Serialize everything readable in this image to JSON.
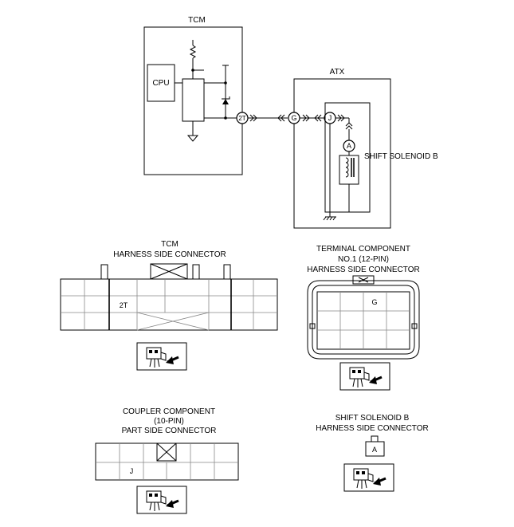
{
  "schematic": {
    "tcm_label": "TCM",
    "cpu_label": "CPU",
    "atx_label": "ATX",
    "terminal_2t": "2T",
    "terminal_g": "G",
    "terminal_j": "J",
    "terminal_a": "A",
    "shift_solenoid_label": "SHIFT SOLENOID B"
  },
  "tcm_connector": {
    "title_line1": "TCM",
    "title_line2": "HARNESS SIDE CONNECTOR",
    "pin_label": "2T"
  },
  "terminal_connector": {
    "title_line1": "TERMINAL COMPONENT",
    "title_line2": "NO.1 (12-PIN)",
    "title_line3": "HARNESS SIDE CONNECTOR",
    "pin_label": "G"
  },
  "coupler_connector": {
    "title_line1": "COUPLER COMPONENT",
    "title_line2": "(10-PIN)",
    "title_line3": "PART SIDE CONNECTOR",
    "pin_label": "J"
  },
  "solenoid_connector": {
    "title_line1": "SHIFT SOLENOID B",
    "title_line2": "HARNESS SIDE CONNECTOR",
    "pin_label": "A"
  }
}
